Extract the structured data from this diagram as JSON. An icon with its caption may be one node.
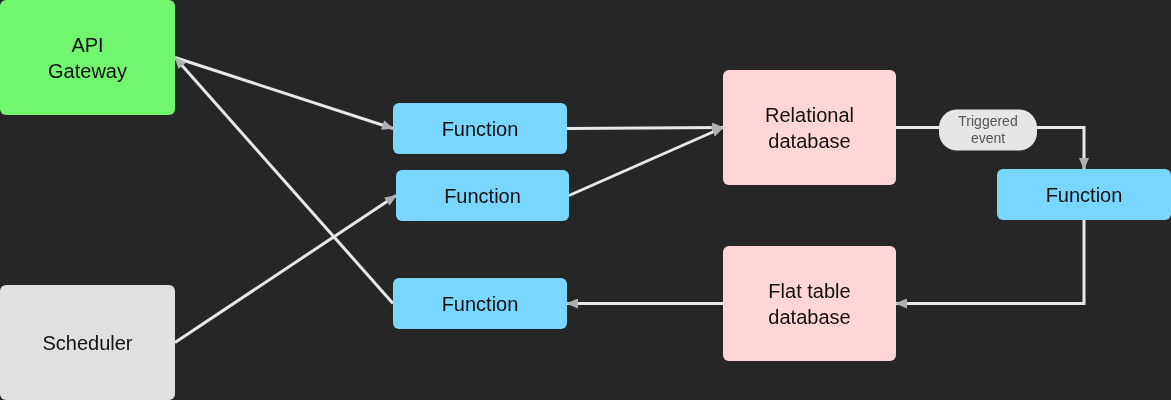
{
  "diagram": {
    "nodes": [
      {
        "text": [
          "API Gateway"
        ]
      },
      {
        "text": [
          "Scheduler"
        ]
      },
      {
        "text": [
          "Function"
        ]
      },
      {
        "text": [
          "Function"
        ]
      },
      {
        "text": [
          "Function"
        ]
      },
      {
        "text": [
          "Relational database"
        ]
      },
      {
        "text": [
          "Function"
        ]
      },
      {
        "text": [
          "Flat table database"
        ]
      }
    ],
    "edges": [
      {
        "from": 0,
        "to": 2,
        "arrow": "to"
      },
      {
        "from": 4,
        "to": 0,
        "arrow": "to"
      },
      {
        "from": 1,
        "to": 3,
        "arrow": "to"
      },
      {
        "from": 2,
        "to": 5,
        "arrow": "to"
      },
      {
        "from": 3,
        "to": 5,
        "arrow": "to"
      },
      {
        "from": 5,
        "to": 6,
        "arrow": "to",
        "label": "Triggered event"
      },
      {
        "from": 6,
        "to": 7,
        "arrow": "to"
      },
      {
        "from": 7,
        "to": 4,
        "arrow": "to"
      }
    ]
  }
}
